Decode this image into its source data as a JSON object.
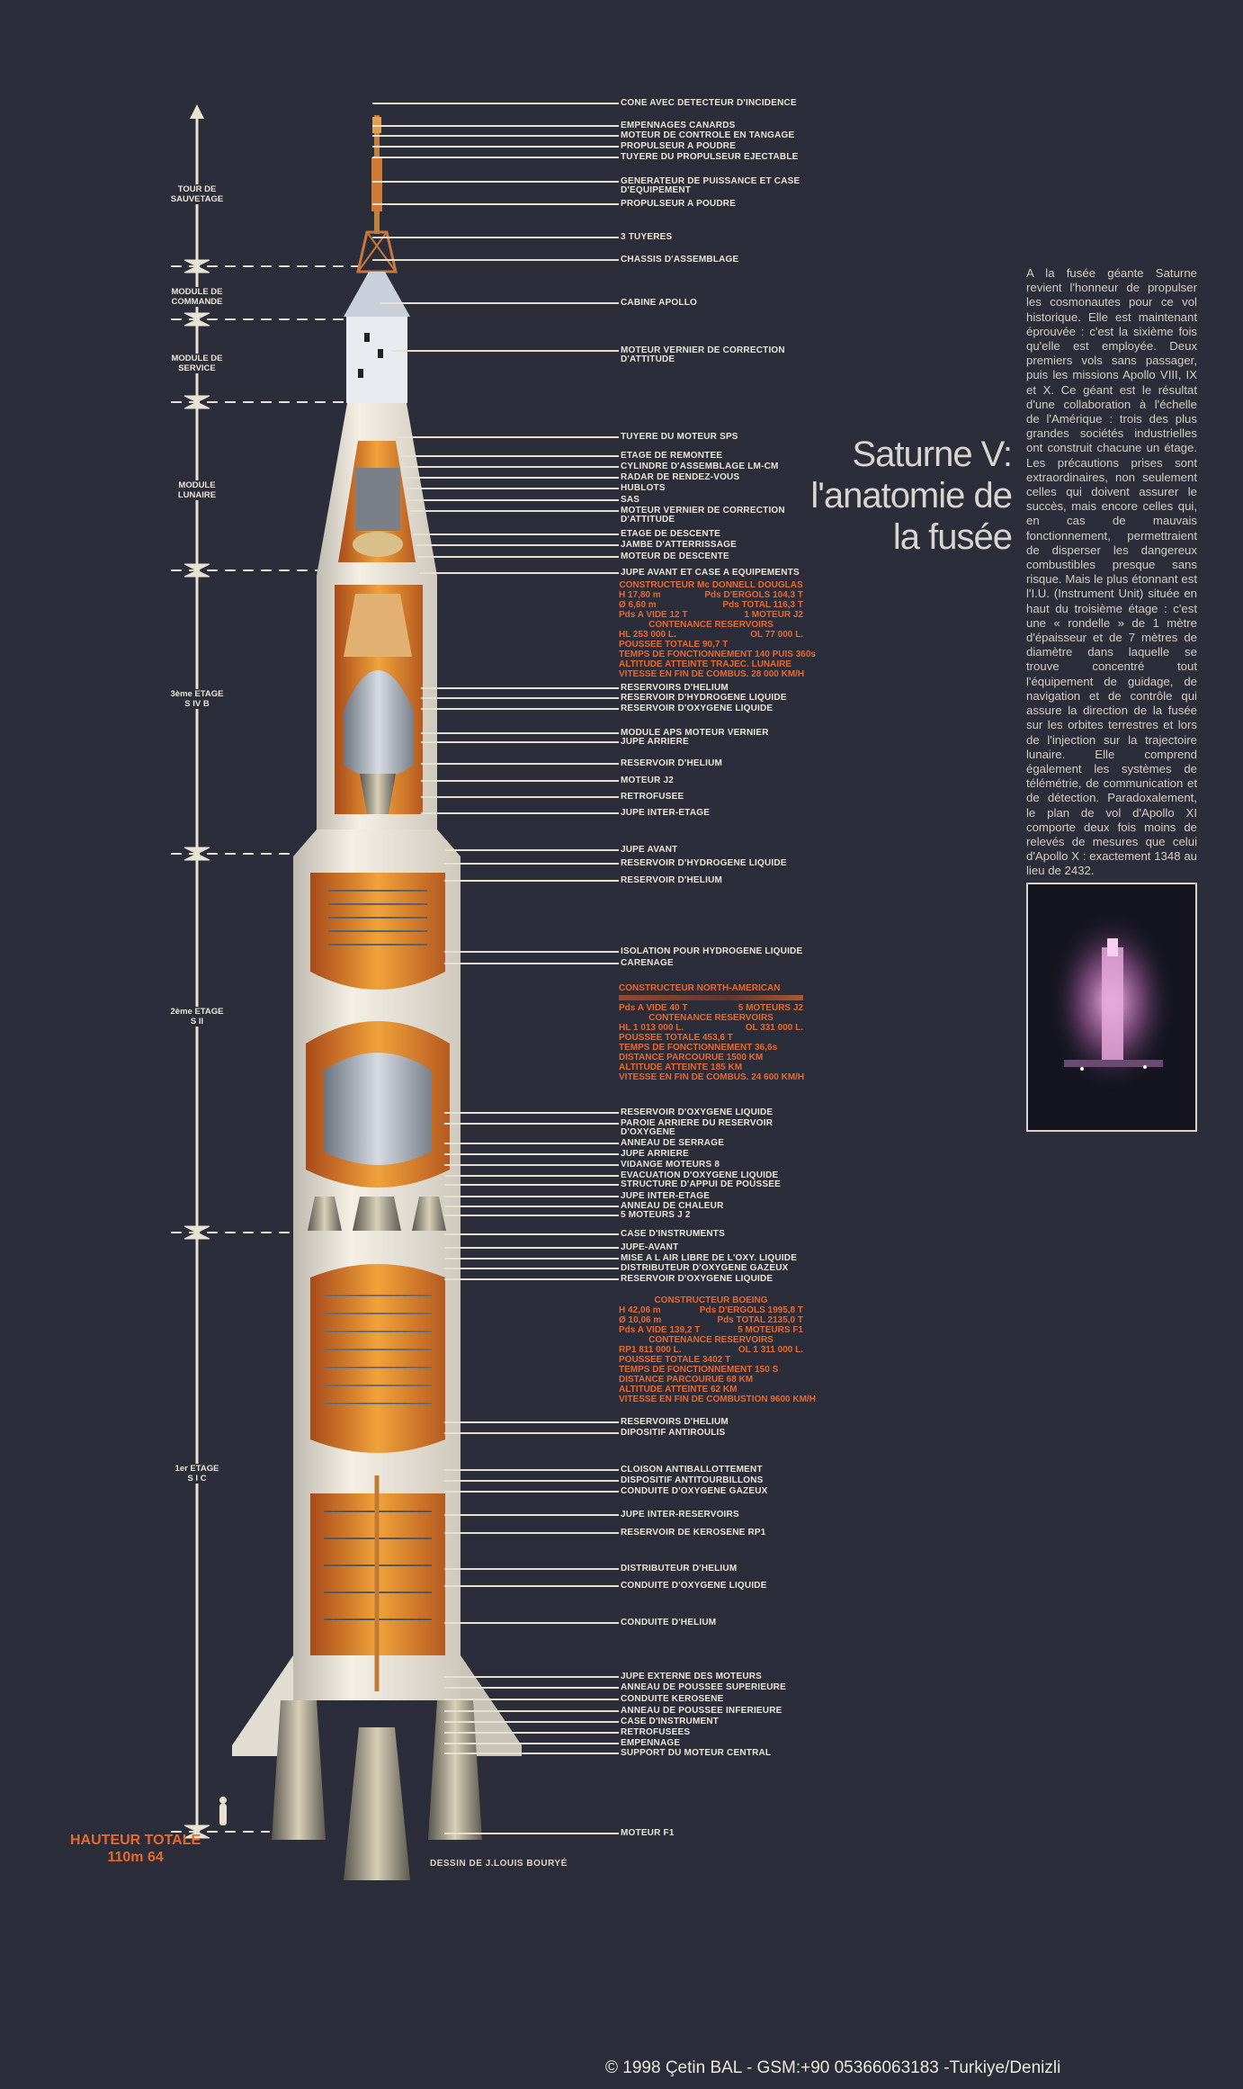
{
  "title": "Saturne V:\nl'anatomie de\nla fusée",
  "paragraph": "A la fusée géante Saturne revient l'honneur de propulser les cosmonautes pour ce vol historique. Elle est maintenant éprouvée : c'est la sixième fois qu'elle est employée. Deux premiers vols sans passager, puis les missions Apollo VIII, IX et X. Ce géant est le résultat d'une collaboration à l'échelle de l'Amérique : trois des plus grandes sociétés industrielles ont construit chacune un étage. Les précautions prises sont extraordinaires, non seulement celles qui doivent assurer le succès, mais encore celles qui, en cas de mauvais fonctionnement, permettraient de disperser les dangereux combustibles presque sans risque. Mais le plus étonnant est l'I.U. (Instrument Unit) située en haut du troisième étage : c'est une « rondelle » de 1 mètre d'épaisseur et de 7 mètres de diamètre dans laquelle se trouve concentré tout l'équipement de guidage, de navigation et de contrôle qui assure la direction de la fusée sur les orbites terrestres et lors de l'injection sur la trajectoire lunaire. Elle comprend également les systèmes de télémétrie, de communication et de détection. Paradoxalement, le plan de vol d'Apollo XI comporte deux fois moins de relevés de mesures que celui d'Apollo X : exactement 1348 au lieu de 2432.",
  "stages": [
    "TOUR DE\nSAUVETAGE",
    "MODULE DE\nCOMMANDE",
    "MODULE DE\nSERVICE",
    "MODULE\nLUNAIRE",
    "3ème ETAGE\nS IV B",
    "2ème ETAGE\nS II",
    "1er ETAGE\nS I C"
  ],
  "total_height": "HAUTEUR TOTALE\n110m 64",
  "credit": "DESSIN DE J.LOUIS BOURYÉ",
  "copyright": "© 1998 Çetin BAL - GSM:+90  05366063183 -Turkiye/Denizli",
  "labels": [
    "CONE AVEC DETECTEUR D'INCIDENCE",
    "EMPENNAGES CANARDS",
    "MOTEUR DE CONTROLE EN TANGAGE",
    "PROPULSEUR A POUDRE",
    "TUYERE DU PROPULSEUR EJECTABLE",
    "GENERATEUR DE PUISSANCE ET CASE\nD'EQUIPEMENT",
    "PROPULSEUR A POUDRE",
    "3 TUYERES",
    "CHASSIS D'ASSEMBLAGE",
    "CABINE APOLLO",
    "MOTEUR VERNIER DE CORRECTION\nD'ATTITUDE",
    "TUYERE DU MOTEUR SPS",
    "ETAGE DE REMONTEE",
    "CYLINDRE D'ASSEMBLAGE LM-CM",
    "RADAR DE RENDEZ-VOUS",
    "HUBLOTS",
    "SAS",
    "MOTEUR VERNIER DE CORRECTION\nD'ATTITUDE",
    "ETAGE DE DESCENTE",
    "JAMBE D'ATTERRISSAGE",
    "MOTEUR DE DESCENTE",
    "JUPE AVANT ET CASE A EQUIPEMENTS",
    "RESERVOIRS D'HELIUM",
    "RESERVOIR D'HYDROGENE LIQUIDE",
    "RESERVOIR D'OXYGENE LIQUIDE",
    "MODULE APS  MOTEUR VERNIER",
    "JUPE ARRIERE",
    "RESERVOIR D'HELIUM",
    "MOTEUR J2",
    "RETROFUSEE",
    "JUPE INTER-ETAGE",
    "JUPE AVANT",
    "RESERVOIR D'HYDROGENE LIQUIDE",
    "RESERVOIR D'HELIUM",
    "ISOLATION POUR HYDROGENE LIQUIDE",
    "CARENAGE",
    "RESERVOIR D'OXYGENE LIQUIDE",
    "PAROIE ARRIERE DU RESERVOIR\nD'OXYGENE",
    "ANNEAU DE SERRAGE",
    "JUPE ARRIERE",
    "VIDANGE MOTEURS 8",
    "EVACUATION D'OXYGENE LIQUIDE",
    "STRUCTURE D'APPUI DE POUSSEE",
    "JUPE INTER-ETAGE",
    "ANNEAU DE CHALEUR",
    "5 MOTEURS J 2",
    "CASE D'INSTRUMENTS",
    "JUPE-AVANT",
    "MISE A L AIR LIBRE DE L'OXY. LIQUIDE",
    "DISTRIBUTEUR D'OXYGENE GAZEUX",
    "RESERVOIR D'OXYGENE LIQUIDE",
    "RESERVOIRS D'HELIUM",
    "DIPOSITIF ANTIROULIS",
    "CLOISON ANTIBALLOTTEMENT",
    "DISPOSITIF ANTITOURBILLONS",
    "CONDUITE D'OXYGENE GAZEUX",
    "JUPE INTER-RESERVOIRS",
    "RESERVOIR DE KEROSENE RP1",
    "DISTRIBUTEUR D'HELIUM",
    "CONDUITE D'OXYGENE LIQUIDE",
    "CONDUITE D'HELIUM",
    "JUPE EXTERNE DES MOTEURS",
    "ANNEAU DE POUSSEE SUPERIEURE",
    "CONDUITE KEROSENE",
    "ANNEAU DE POUSSEE INFERIEURE",
    "CASE D'INSTRUMENT",
    "RETROFUSEES",
    "EMPENNAGE",
    "SUPPORT DU MOTEUR CENTRAL",
    "MOTEUR F1"
  ],
  "specs": [
    {
      "stage": "S IV B",
      "lines": [
        {
          "c": "CONSTRUCTEUR Mc DONNELL DOUGLAS"
        },
        {
          "l": "H 17,80 m",
          "r": "Pds D'ERGOLS 104,3 T"
        },
        {
          "l": "Ø 6,60 m",
          "r": "Pds TOTAL 116,3 T"
        },
        {
          "l": "Pds A VIDE 12 T",
          "r": "1 MOTEUR J2"
        },
        {
          "c": "CONTENANCE RESERVOIRS"
        },
        {
          "l": "HL 253 000 L.",
          "r": "OL 77 000 L."
        },
        {
          "l": "POUSSEE TOTALE 90,7 T"
        },
        {
          "l": "TEMPS DE FONCTIONNEMENT 140 PUIS 360s"
        },
        {
          "l": "ALTITUDE ATTEINTE TRAJEC. LUNAIRE"
        },
        {
          "l": "VITESSE EN FIN DE COMBUS. 28 000 KM/H"
        }
      ]
    },
    {
      "stage": "S II",
      "lines": [
        {
          "l": "CONSTRUCTEUR NORTH-AMERICAN"
        },
        {
          "smear": true
        },
        {
          "l": "Pds A VIDE 40 T",
          "r": "5 MOTEURS J2"
        },
        {
          "c": "CONTENANCE RESERVOIRS"
        },
        {
          "l": "HL 1 013 000 L.",
          "r": "OL 331 000 L."
        },
        {
          "l": "POUSSEE TOTALE 453,6 T"
        },
        {
          "l": "TEMPS DE FONCTIONNEMENT 36,6s"
        },
        {
          "l": "DISTANCE PARCOURUE 1500 KM"
        },
        {
          "l": "ALTITUDE ATTEINTE 185 KM"
        },
        {
          "l": "VITESSE EN FIN DE COMBUS. 24 600 KM/H"
        }
      ]
    },
    {
      "stage": "S I C",
      "lines": [
        {
          "c": "CONSTRUCTEUR BOEING"
        },
        {
          "l": "H 42,06 m",
          "r": "Pds D'ERGOLS 1995,8 T"
        },
        {
          "l": "Ø 10,06 m",
          "r": "Pds TOTAL 2135,0 T"
        },
        {
          "l": "Pds A VIDE 139,2 T",
          "r": "5 MOTEURS F1"
        },
        {
          "c": "CONTENANCE RESERVOIRS"
        },
        {
          "l": "RP1 811 000 L.",
          "r": "OL 1 311 000 L."
        },
        {
          "l": "POUSSEE TOTALE 3402 T"
        },
        {
          "l": "TEMPS DE FONCTIONNEMENT 150 S"
        },
        {
          "l": "DISTANCE PARCOURUE 68 KM"
        },
        {
          "l": "ALTITUDE ATTEINTE 62 KM"
        },
        {
          "l": "VITESSE EN FIN DE COMBUSTION 9600 KM/H"
        }
      ]
    }
  ],
  "colors": {
    "background": "#2b2d3a",
    "label": "#ece6d6",
    "spec": "#e8682e"
  }
}
